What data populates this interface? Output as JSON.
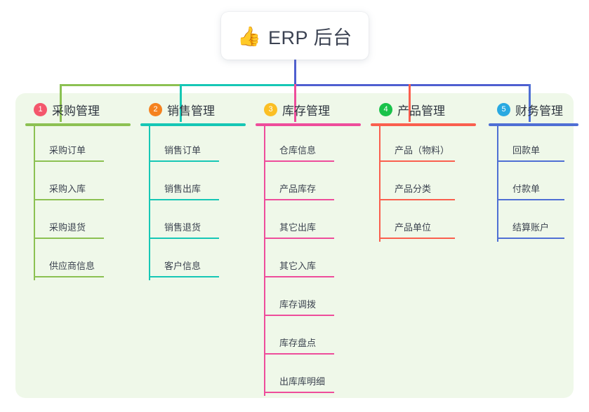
{
  "root": {
    "icon": "thumbs-up-icon",
    "emoji": "👍",
    "title": "ERP 后台"
  },
  "panel": {
    "background_color": "#eff8e9"
  },
  "columns": [
    {
      "number": "1",
      "title": "采购管理",
      "badge_color": "#f4576c",
      "line_color": "#8cc152",
      "connector_color": "#8cc152",
      "items": [
        {
          "label": "采购订单"
        },
        {
          "label": "采购入库"
        },
        {
          "label": "采购退货"
        },
        {
          "label": "供应商信息"
        }
      ]
    },
    {
      "number": "2",
      "title": "销售管理",
      "badge_color": "#f5821f",
      "line_color": "#16c7b5",
      "connector_color": "#16c7b5",
      "items": [
        {
          "label": "销售订单"
        },
        {
          "label": "销售出库"
        },
        {
          "label": "销售退货"
        },
        {
          "label": "客户信息"
        }
      ]
    },
    {
      "number": "3",
      "title": "库存管理",
      "badge_color": "#fbbf24",
      "line_color": "#ee4d9b",
      "connector_color": "#ee4d9b",
      "items": [
        {
          "label": "仓库信息"
        },
        {
          "label": "产品库存"
        },
        {
          "label": "其它出库"
        },
        {
          "label": "其它入库"
        },
        {
          "label": "库存调拨"
        },
        {
          "label": "库存盘点"
        },
        {
          "label": "出库库明细"
        }
      ]
    },
    {
      "number": "4",
      "title": "产品管理",
      "badge_color": "#19c24a",
      "line_color": "#fa5f4e",
      "connector_color": "#fa5f4e",
      "items": [
        {
          "label": "产品（物料）"
        },
        {
          "label": "产品分类"
        },
        {
          "label": "产品单位"
        }
      ]
    },
    {
      "number": "5",
      "title": "财务管理",
      "badge_color": "#29a9e1",
      "line_color": "#4f6fd4",
      "connector_color": "#4f6fd4",
      "items": [
        {
          "label": "回款单"
        },
        {
          "label": "付款单"
        },
        {
          "label": "结算账户"
        }
      ]
    }
  ],
  "connectors": {
    "stem_color": "#4f5fd0",
    "bus_segments": [
      {
        "color": "#8cc152"
      },
      {
        "color": "#16c7b5"
      },
      {
        "color": "#4f5fd0"
      }
    ]
  }
}
